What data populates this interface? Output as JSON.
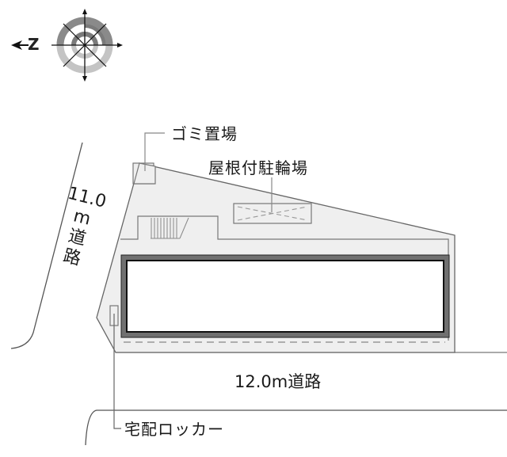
{
  "compass": {
    "north_label": "Z",
    "icon": "compass-rose-icon",
    "arrow_direction": "left"
  },
  "labels": {
    "garbage_area": "ゴミ置場",
    "covered_bicycle_parking": "屋根付駐輪場",
    "road_left_line1": "11.0",
    "road_left_line2": "m",
    "road_left_line3": "道",
    "road_left_line4": "路",
    "road_bottom": "12.0m道路",
    "delivery_locker": "宅配ロッカー"
  },
  "colors": {
    "site_fill": "#efefef",
    "building_border": "#6e6e6e",
    "building_inner_border": "#111111",
    "line": "#666666"
  }
}
